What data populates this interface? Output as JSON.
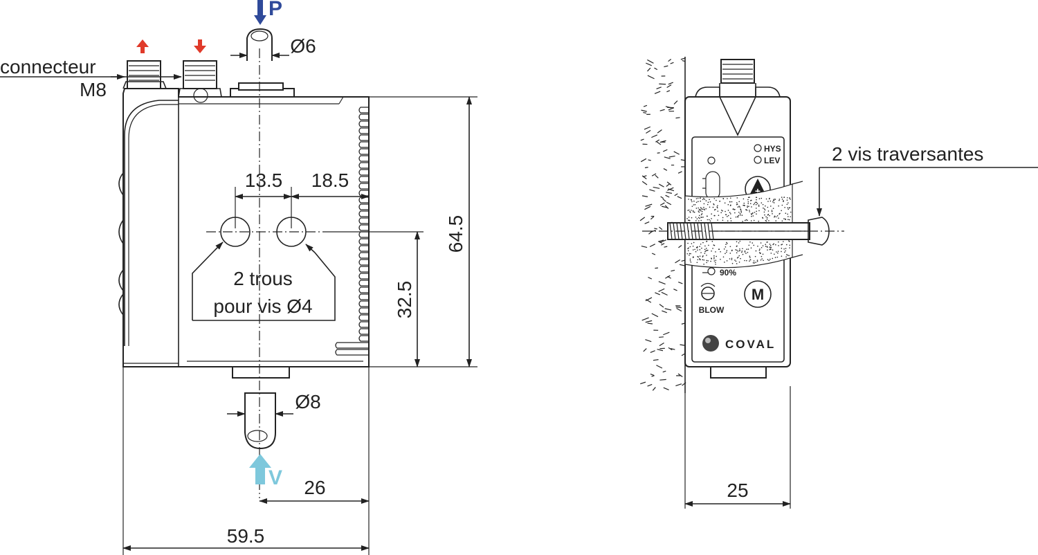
{
  "labels": {
    "connector": "connecteur",
    "connector_type": "M8",
    "port_p": "P",
    "port_v": "V",
    "dia_p": "Ø6",
    "dia_v": "Ø8",
    "holes_line1": "2 trous",
    "holes_line2": "pour vis Ø4",
    "through_screws": "2 vis traversantes"
  },
  "dimensions": {
    "hole_spacing": "13.5",
    "hole_to_edge": "18.5",
    "height_total": "64.5",
    "hole_height": "32.5",
    "vacuum_offset": "26",
    "width_total": "59.5",
    "side_width": "25"
  },
  "panel": {
    "hys": "HYS",
    "lev": "LEV",
    "plus": "+",
    "percent": "90%",
    "blow": "BLOW",
    "mode": "M",
    "brand": "COVAL"
  },
  "colors": {
    "port_p": "#2f4a9a",
    "port_v": "#7ec8dc",
    "signal_arrows": "#e03a2a"
  }
}
